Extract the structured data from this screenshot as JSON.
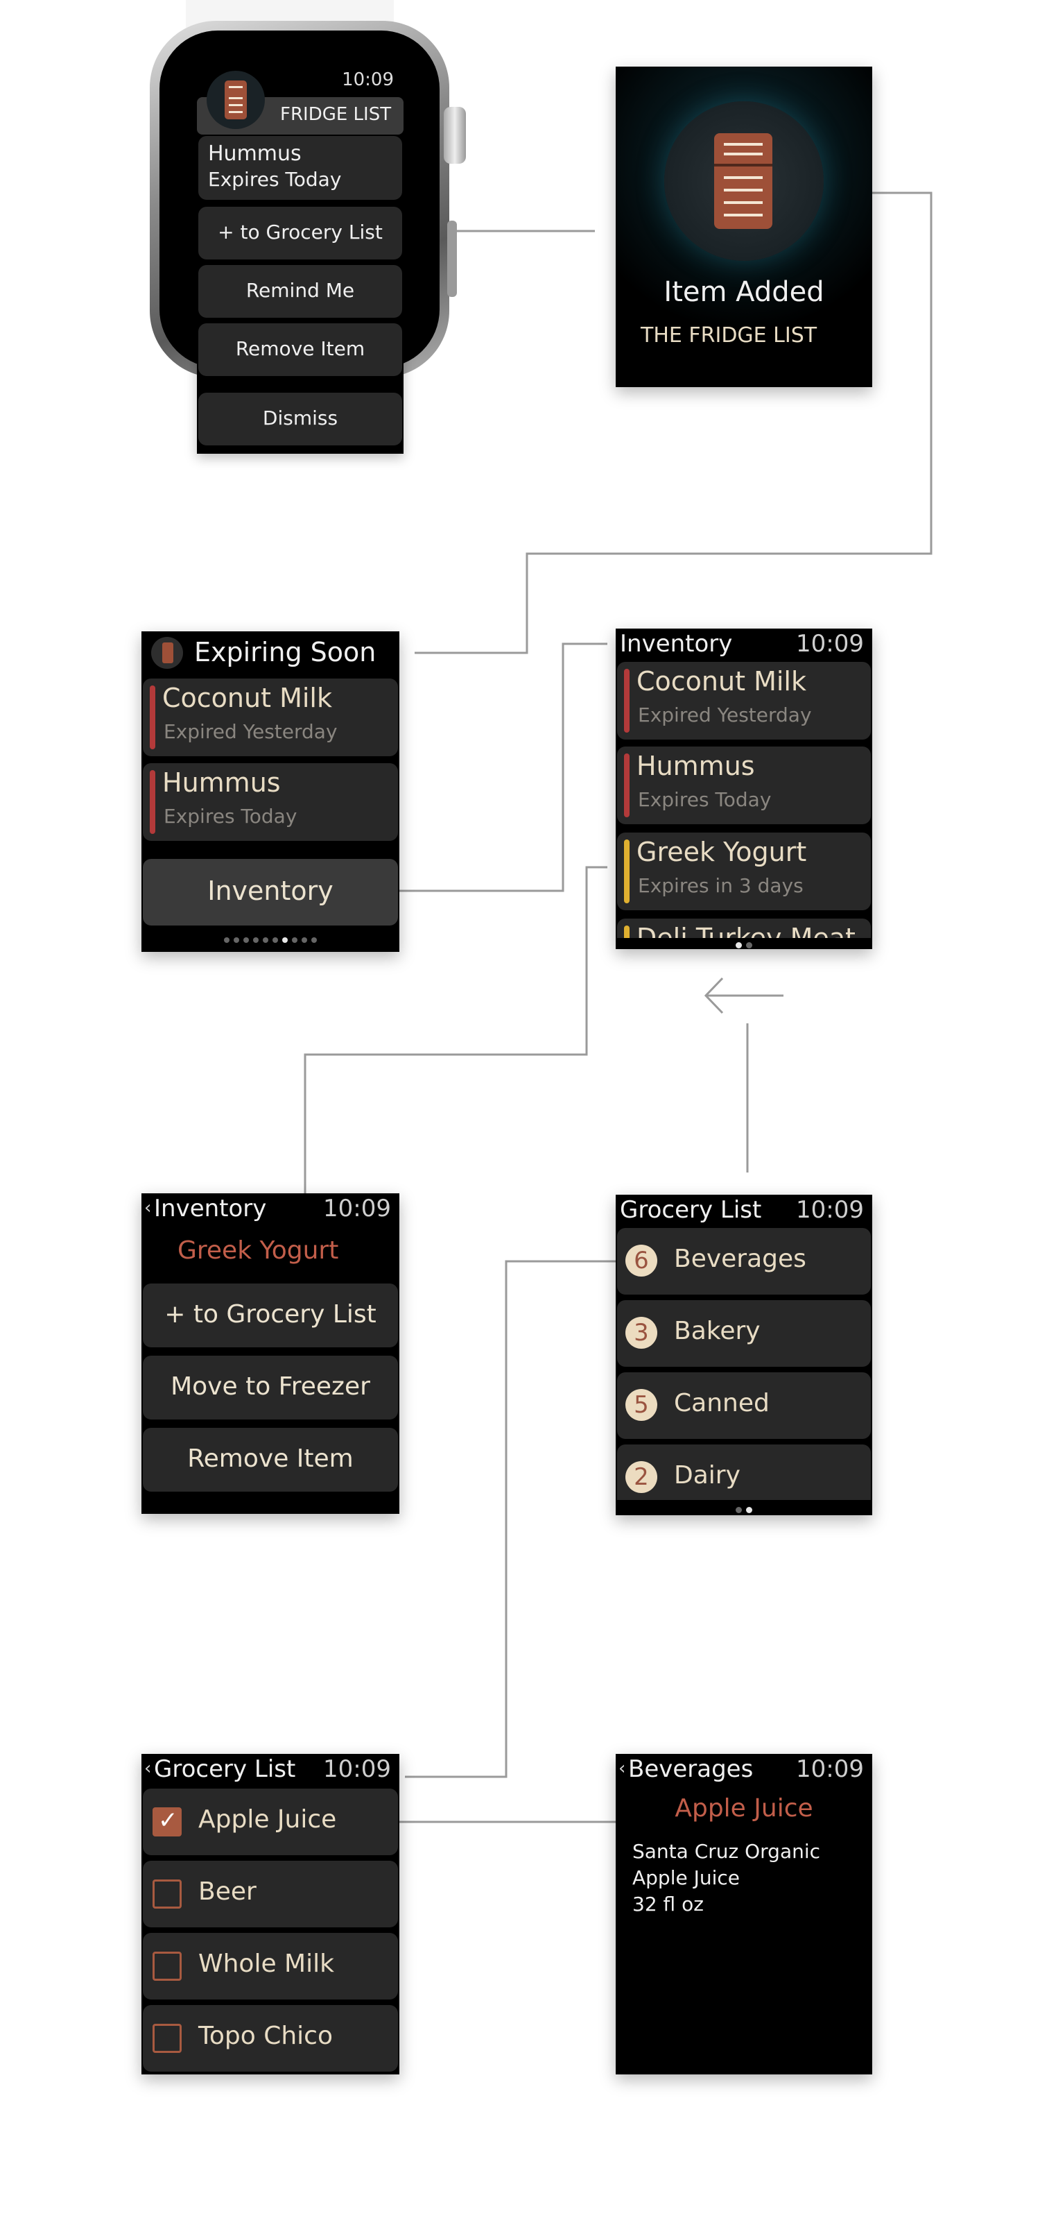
{
  "colors": {
    "accent": "#c25e4a",
    "red_bar": "#b33a3a",
    "yellow_bar": "#e0b030",
    "cream": "#e8dcc4",
    "card": "#282828"
  },
  "watch_notification": {
    "time": "10:09",
    "app_label": "FRIDGE LIST",
    "item_name": "Hummus",
    "item_status": "Expires Today",
    "buttons": [
      "+ to Grocery List",
      "Remind Me",
      "Remove Item",
      "Dismiss"
    ]
  },
  "item_added": {
    "title": "Item Added",
    "subtitle": "THE FRIDGE LIST"
  },
  "expiring_soon": {
    "title": "Expiring Soon",
    "items": [
      {
        "name": "Coconut Milk",
        "status": "Expired Yesterday"
      },
      {
        "name": "Hummus",
        "status": "Expires Today"
      }
    ],
    "button": "Inventory"
  },
  "inventory": {
    "title": "Inventory",
    "time": "10:09",
    "items": [
      {
        "name": "Coconut Milk",
        "status": "Expired Yesterday"
      },
      {
        "name": "Hummus",
        "status": "Expires Today"
      },
      {
        "name": "Greek Yogurt",
        "status": "Expires in 3 days"
      },
      {
        "name": "Deli Turkey Meat",
        "status": ""
      }
    ]
  },
  "item_detail": {
    "back_title": "Inventory",
    "time": "10:09",
    "item_name": "Greek Yogurt",
    "buttons": [
      "+ to Grocery List",
      "Move to Freezer",
      "Remove Item"
    ]
  },
  "grocery_categories": {
    "title": "Grocery List",
    "time": "10:09",
    "categories": [
      {
        "count": "6",
        "name": "Beverages"
      },
      {
        "count": "3",
        "name": "Bakery"
      },
      {
        "count": "5",
        "name": "Canned"
      },
      {
        "count": "2",
        "name": "Dairy"
      }
    ]
  },
  "grocery_list": {
    "back_title": "Grocery List",
    "time": "10:09",
    "items": [
      {
        "name": "Apple Juice",
        "checked": true
      },
      {
        "name": "Beer",
        "checked": false
      },
      {
        "name": "Whole Milk",
        "checked": false
      },
      {
        "name": "Topo Chico",
        "checked": false
      }
    ]
  },
  "beverage_detail": {
    "back_title": "Beverages",
    "time": "10:09",
    "item_name": "Apple Juice",
    "desc_lines": [
      "Santa Cruz Organic",
      "Apple Juice",
      "32 fl oz"
    ]
  }
}
